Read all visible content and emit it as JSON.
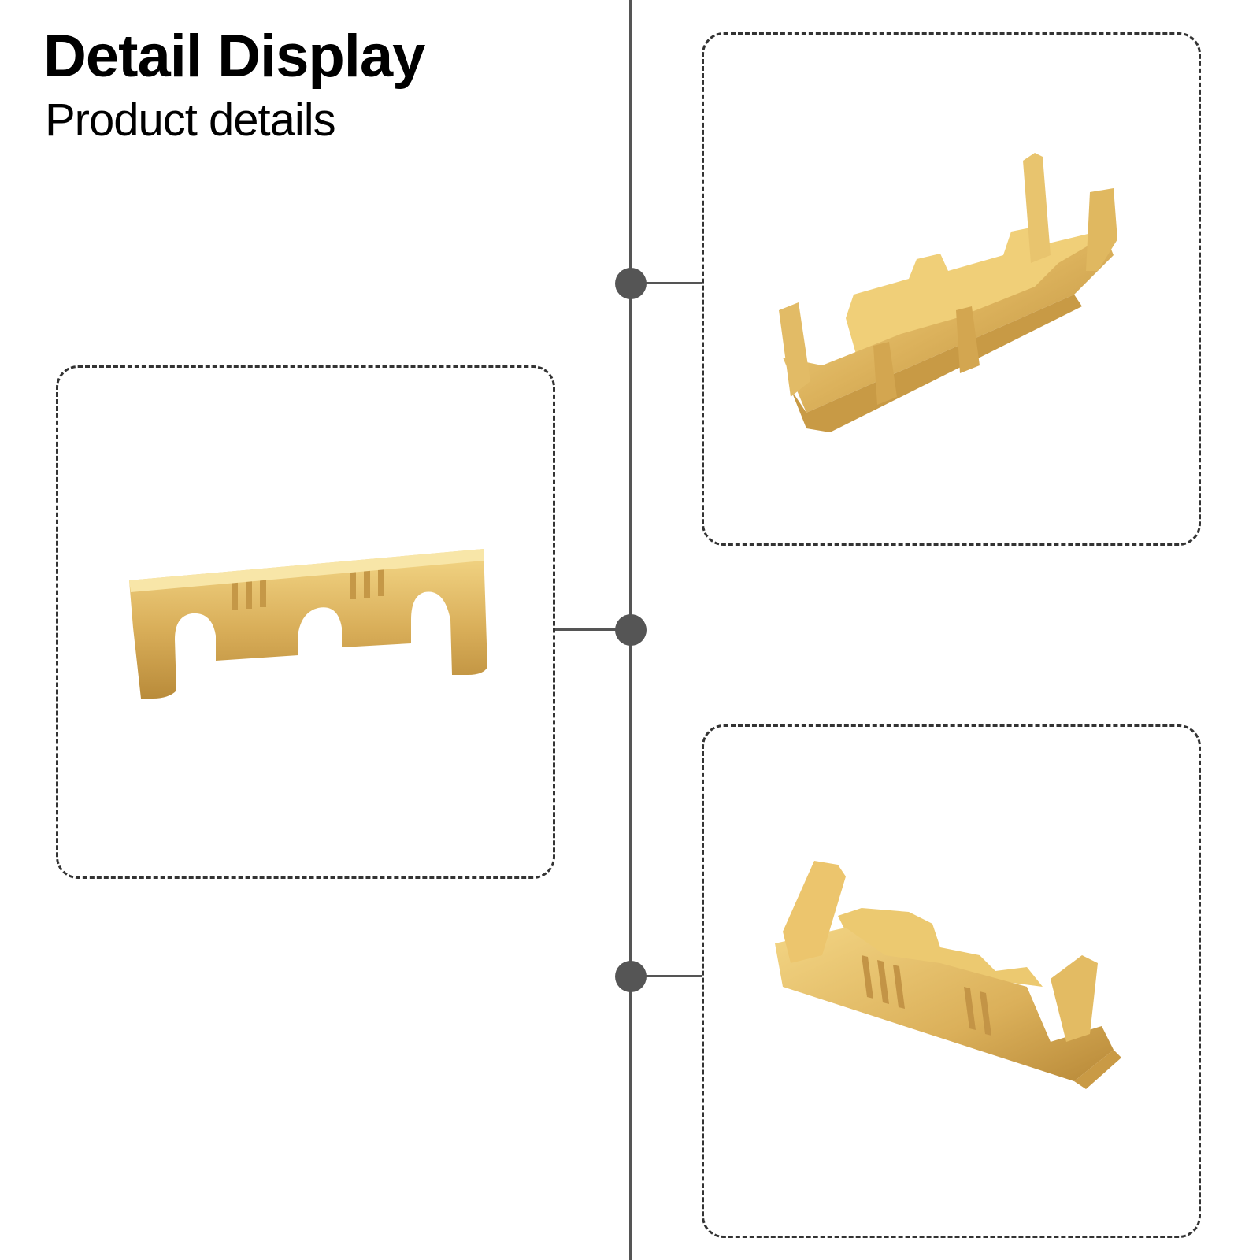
{
  "header": {
    "title": "Detail Display",
    "subtitle": "Product details"
  },
  "colors": {
    "timeline": "#555555",
    "border": "#333333",
    "brass_light": "#f3d27c",
    "brass_mid": "#d9ad55",
    "brass_dark": "#a87a2e"
  },
  "panels": [
    {
      "id": "top-right",
      "subject": "u-terminal-angled-up"
    },
    {
      "id": "middle-left",
      "subject": "u-terminal-side"
    },
    {
      "id": "bottom-right",
      "subject": "u-terminal-angled-down"
    }
  ]
}
